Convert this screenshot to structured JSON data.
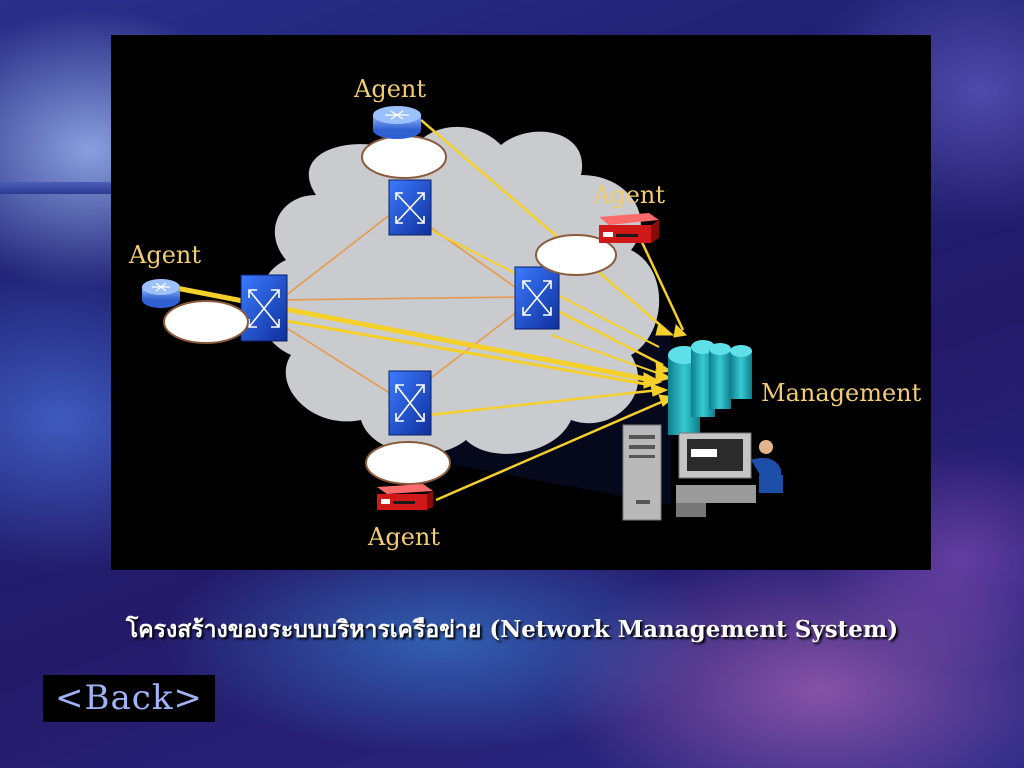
{
  "diagram": {
    "labels": {
      "agent_top": "Agent",
      "agent_right": "Agent",
      "agent_left": "Agent",
      "agent_bottom": "Agent",
      "management": "Management"
    }
  },
  "caption": "โครงสร้างของระบบบริหารเครือข่าย (Network Management System)",
  "back_button": "<Back>",
  "colors": {
    "arrow": "#f5d02a",
    "link": "#e89a4a",
    "cloud": "#c7c9cc",
    "switch": "#1b4ec4",
    "label": "#f2cc73"
  }
}
